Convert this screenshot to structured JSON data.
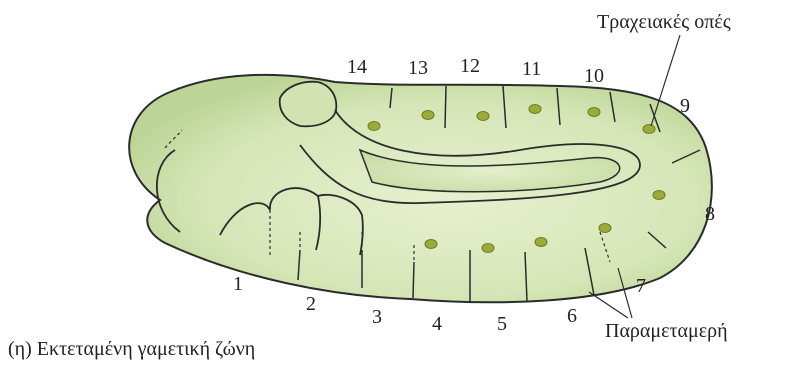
{
  "labels": {
    "tracheal_openings": "Τραχειακές οπές",
    "parasegments": "Παραμεταμερή",
    "caption": "(η)  Εκτεταμένη γαμετική ζώνη"
  },
  "segment_numbers": [
    "1",
    "2",
    "3",
    "4",
    "5",
    "6",
    "7",
    "8",
    "9",
    "10",
    "11",
    "12",
    "13",
    "14"
  ],
  "colors": {
    "embryo_fill": "#d9e8bf",
    "embryo_shade": "#bfd79a",
    "outline": "#2b2b2b",
    "spiracle": "#9aab3c"
  }
}
